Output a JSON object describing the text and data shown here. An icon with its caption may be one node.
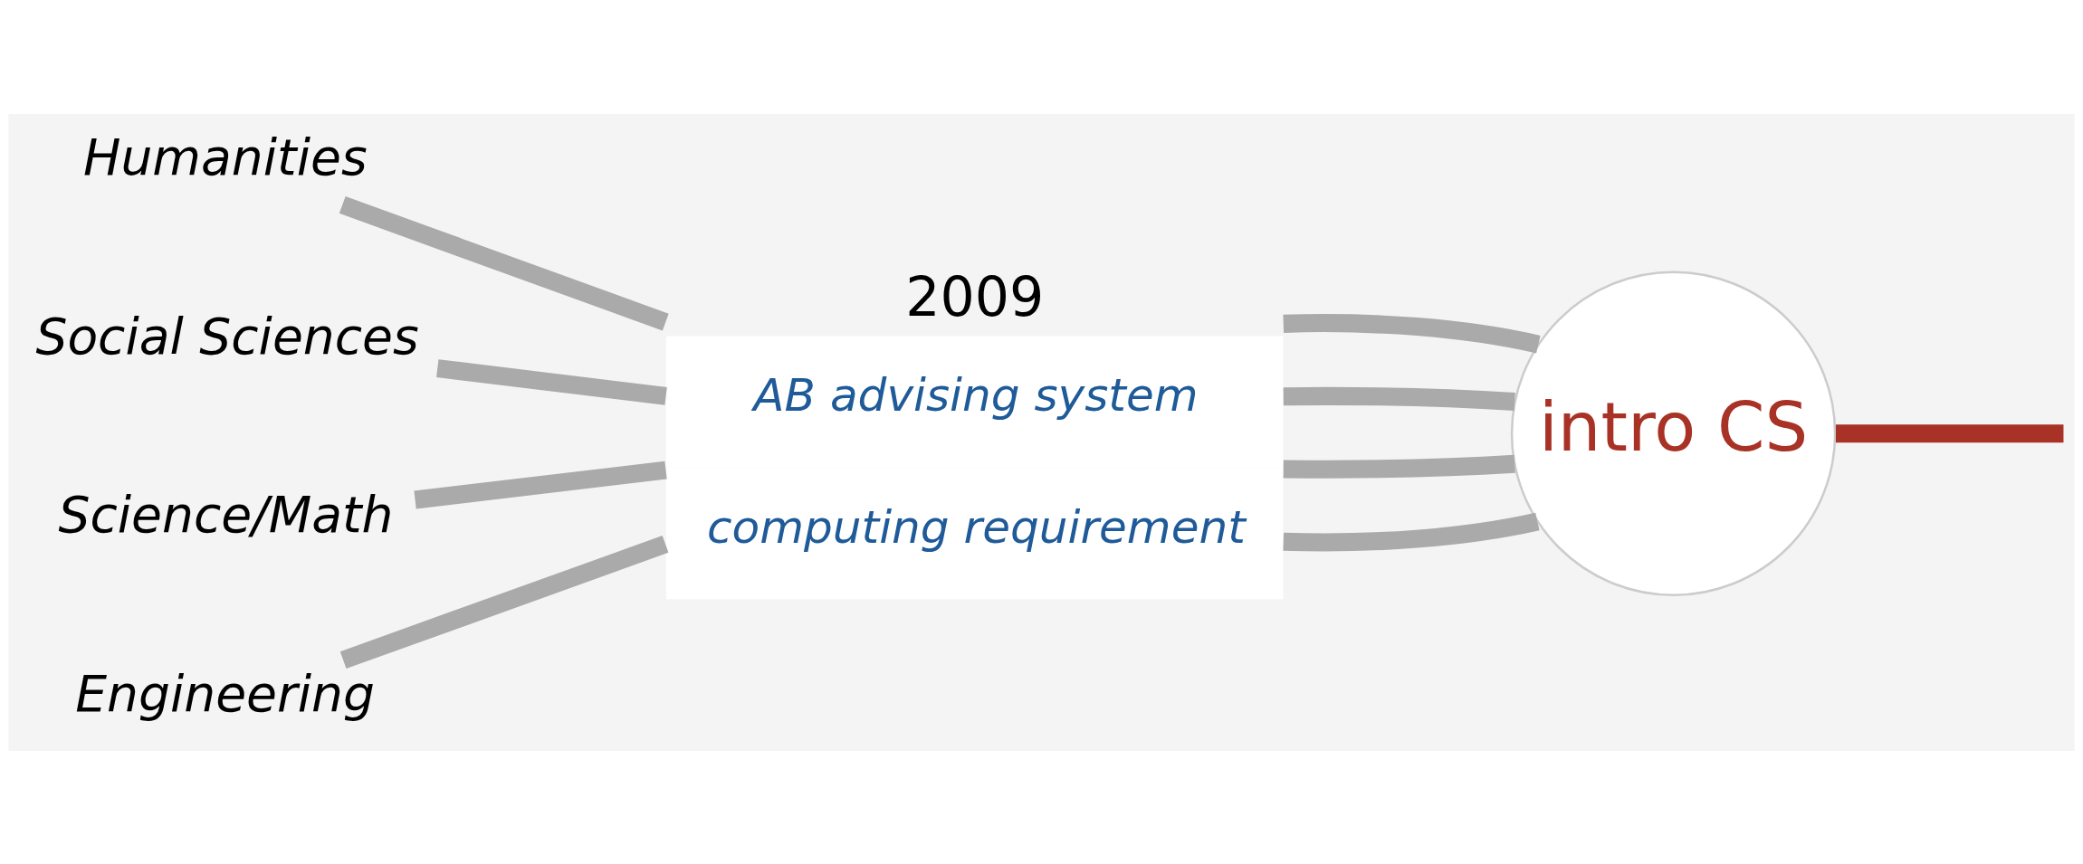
{
  "diagram": {
    "nodes": [
      {
        "text": [
          "Humanities"
        ]
      },
      {
        "text": [
          "Social Sciences"
        ]
      },
      {
        "text": [
          "Science/Math"
        ]
      },
      {
        "text": [
          "Engineering"
        ]
      },
      {
        "text": [
          "2009",
          "AB advising system",
          "computing requirement"
        ]
      },
      {
        "text": [
          "intro CS"
        ]
      }
    ],
    "edges": [
      {
        "from": 0,
        "to": 4,
        "arrow": "none"
      },
      {
        "from": 1,
        "to": 4,
        "arrow": "none"
      },
      {
        "from": 2,
        "to": 4,
        "arrow": "none"
      },
      {
        "from": 3,
        "to": 4,
        "arrow": "none"
      },
      {
        "from": 4,
        "to": 5,
        "arrow": "none"
      },
      {
        "from": 4,
        "to": 5,
        "arrow": "none"
      },
      {
        "from": 4,
        "to": 5,
        "arrow": "none"
      },
      {
        "from": 4,
        "to": 5,
        "arrow": "none"
      },
      {
        "from": 5,
        "to": null,
        "arrow": "none",
        "color": "#a93226"
      }
    ]
  }
}
